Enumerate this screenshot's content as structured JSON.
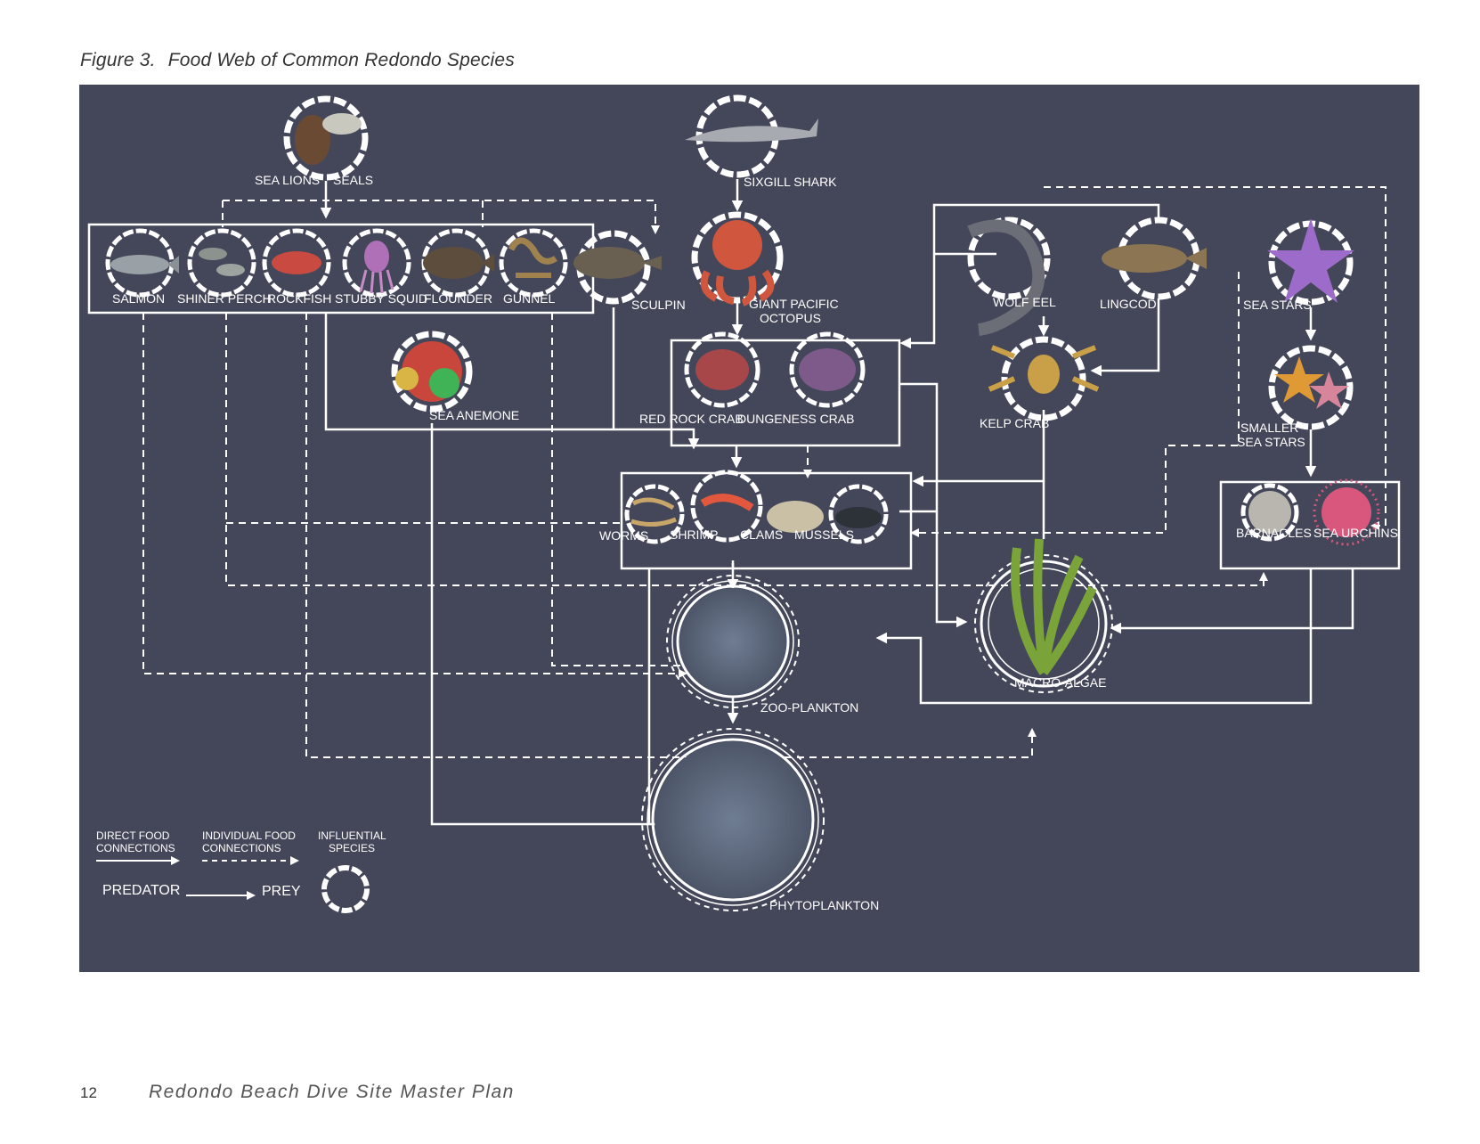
{
  "figure": {
    "number": "Figure 3.",
    "title": "Food Web of Common Redondo Species"
  },
  "footer": {
    "page_number": "12",
    "document_title": "Redondo Beach Dive Site Master Plan"
  },
  "colors": {
    "background": "#444759",
    "lines": "#ffffff"
  },
  "species": {
    "sea_lions": "SEA LIONS",
    "seals": "SEALS",
    "sixgill_shark": "SIXGILL SHARK",
    "salmon": "SALMON",
    "shiner_perch": "SHINER PERCH",
    "rockfish": "ROCKFISH",
    "stubby_squid": "STUBBY SQUID",
    "flounder": "FLOUNDER",
    "gunnel": "GUNNEL",
    "sculpin": "SCULPIN",
    "giant_pacific_octopus_1": "GIANT PACIFIC",
    "giant_pacific_octopus_2": "OCTOPUS",
    "wolf_eel": "WOLF EEL",
    "lingcod": "LINGCOD",
    "sea_stars": "SEA STARS",
    "sea_anemone": "SEA ANEMONE",
    "red_rock_crab": "RED ROCK CRAB",
    "dungeness_crab": "DUNGENESS CRAB",
    "kelp_crab": "KELP CRAB",
    "smaller_sea_stars_1": "SMALLER",
    "smaller_sea_stars_2": "SEA STARS",
    "worms": "WORMS",
    "shrimp": "SHRIMP",
    "clams": "CLAMS",
    "mussels": "MUSSELS",
    "barnacles": "BARNACLES",
    "sea_urchins": "SEA URCHINS",
    "macro_algae": "MACRO-ALGAE",
    "zoo_plankton": "ZOO-PLANKTON",
    "phytoplankton": "PHYTOPLANKTON"
  },
  "legend": {
    "direct_1": "DIRECT FOOD",
    "direct_2": "CONNECTIONS",
    "individual_1": "INDIVIDUAL FOOD",
    "individual_2": "CONNECTIONS",
    "influential_1": "INFLUENTIAL",
    "influential_2": "SPECIES",
    "predator": "PREDATOR",
    "prey": "PREY"
  }
}
